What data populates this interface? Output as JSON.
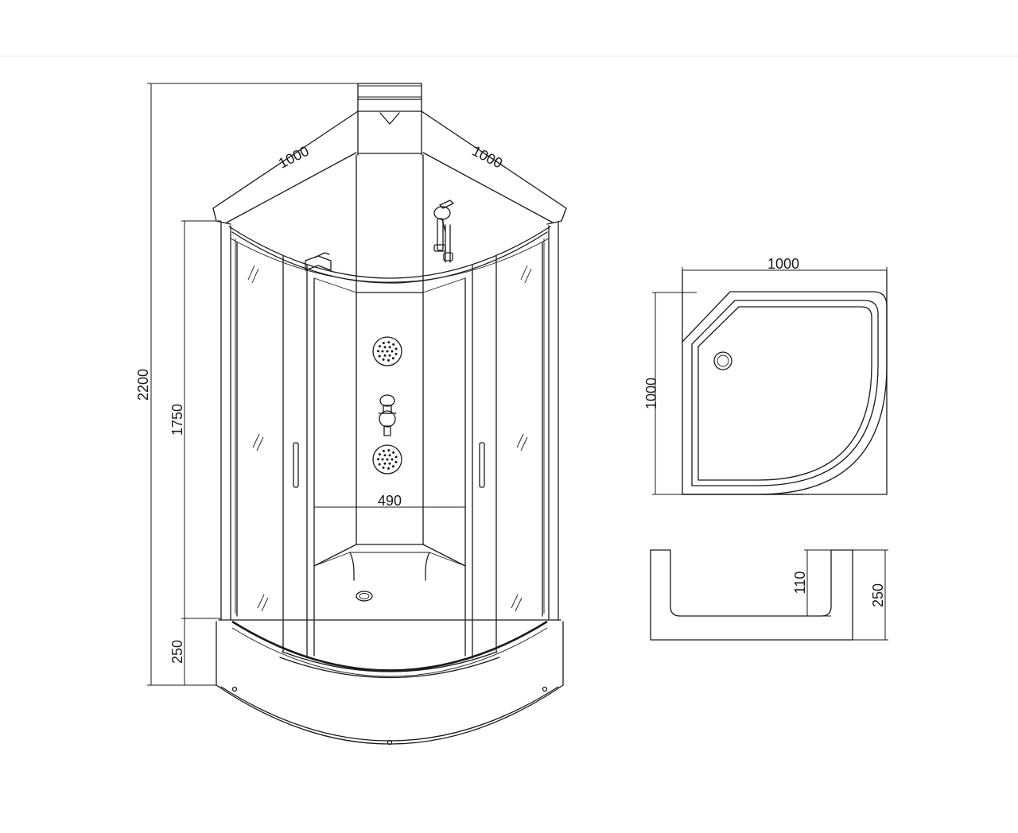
{
  "dimensions": {
    "width_left": "1000",
    "width_right": "1000",
    "total_height": "2200",
    "door_height": "1750",
    "tray_height": "250",
    "panel_width": "490",
    "tray_top_width": "1000",
    "tray_top_depth": "1000",
    "tray_inner_depth": "110",
    "tray_section_height": "250"
  }
}
